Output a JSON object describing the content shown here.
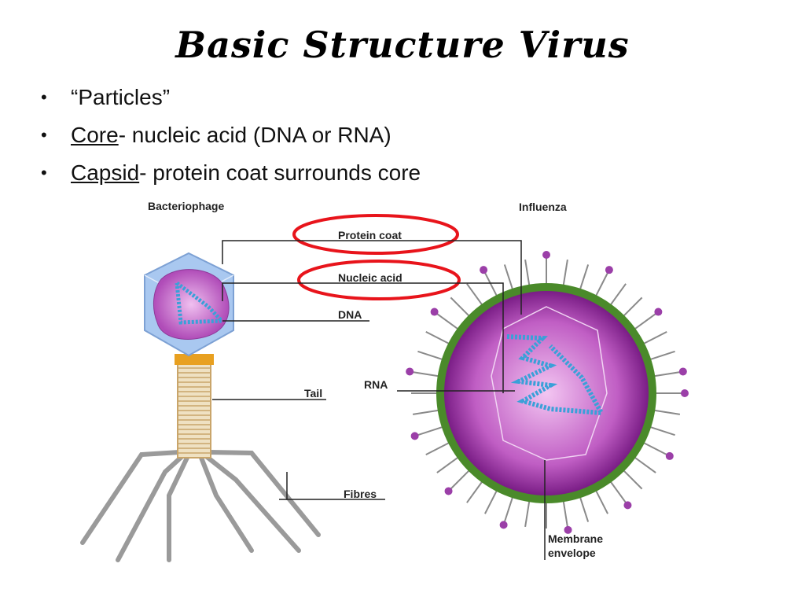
{
  "title": "Basic Structure Virus",
  "bullets": [
    {
      "term": "",
      "text": "“Particles”"
    },
    {
      "term": "Core",
      "text": "- nucleic acid (DNA or RNA)"
    },
    {
      "term": "Capsid",
      "text": "- protein coat surrounds core"
    }
  ],
  "diagram": {
    "left_title": "Bacteriophage",
    "right_title": "Influenza",
    "labels": {
      "protein_coat": "Protein coat",
      "nucleic_acid": "Nucleic acid",
      "dna": "DNA",
      "tail": "Tail",
      "fibres": "Fibres",
      "rna": "RNA",
      "membrane_1": "Membrane",
      "membrane_2": "envelope"
    },
    "highlight_color": "#e8141b"
  }
}
